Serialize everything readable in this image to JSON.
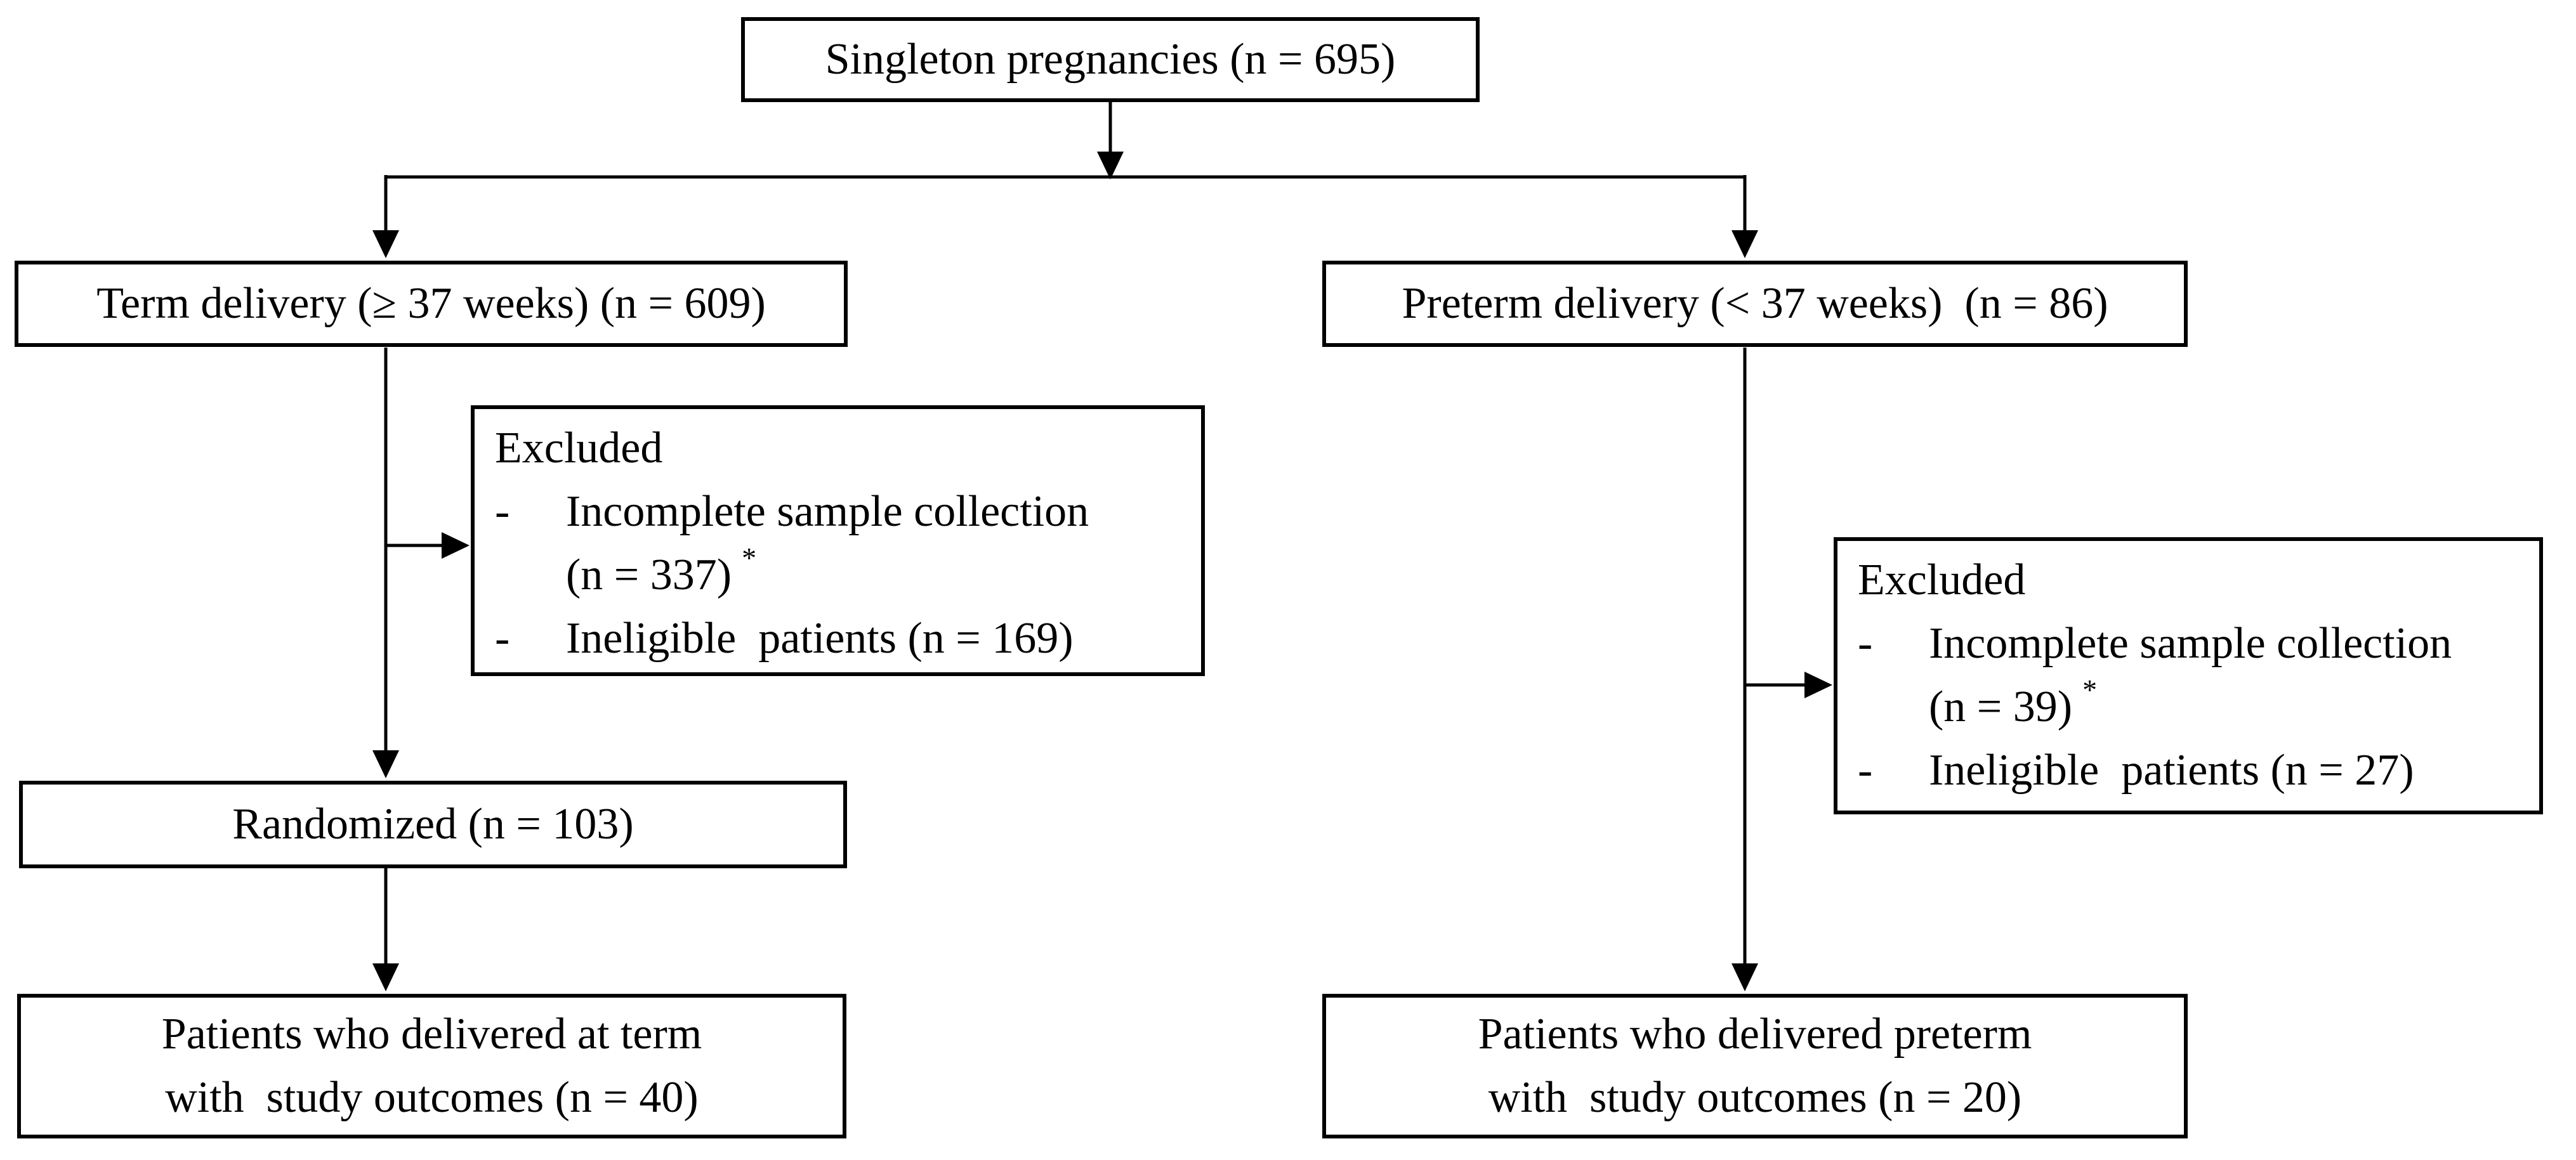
{
  "diagram": {
    "background_color": "#ffffff",
    "line_color": "#000000",
    "nodes": {
      "singleton": {
        "label": "Singleton pregnancies (n = 695)"
      },
      "term": {
        "label": "Term delivery (≥ 37 weeks) (n = 609)"
      },
      "preterm": {
        "label": "Preterm delivery (< 37 weeks)  (n = 86)"
      },
      "excluded_term": {
        "title": "Excluded",
        "items": [
          {
            "bullet": "-",
            "line1": "Incomplete sample collection",
            "line2": "(n = 337)",
            "footnote_marker": "*"
          },
          {
            "bullet": "-",
            "line1": "Ineligible  patients (n = 169)"
          }
        ]
      },
      "excluded_preterm": {
        "title": "Excluded",
        "items": [
          {
            "bullet": "-",
            "line1": "Incomplete sample collection",
            "line2": "(n = 39)",
            "footnote_marker": "*"
          },
          {
            "bullet": "-",
            "line1": "Ineligible  patients (n = 27)"
          }
        ]
      },
      "randomized": {
        "label": "Randomized (n = 103)"
      },
      "term_outcomes": {
        "line1": "Patients who delivered at term",
        "line2": "with  study outcomes (n = 40)"
      },
      "preterm_outcomes": {
        "line1": "Patients who delivered preterm",
        "line2": "with  study outcomes (n = 20)"
      }
    }
  }
}
